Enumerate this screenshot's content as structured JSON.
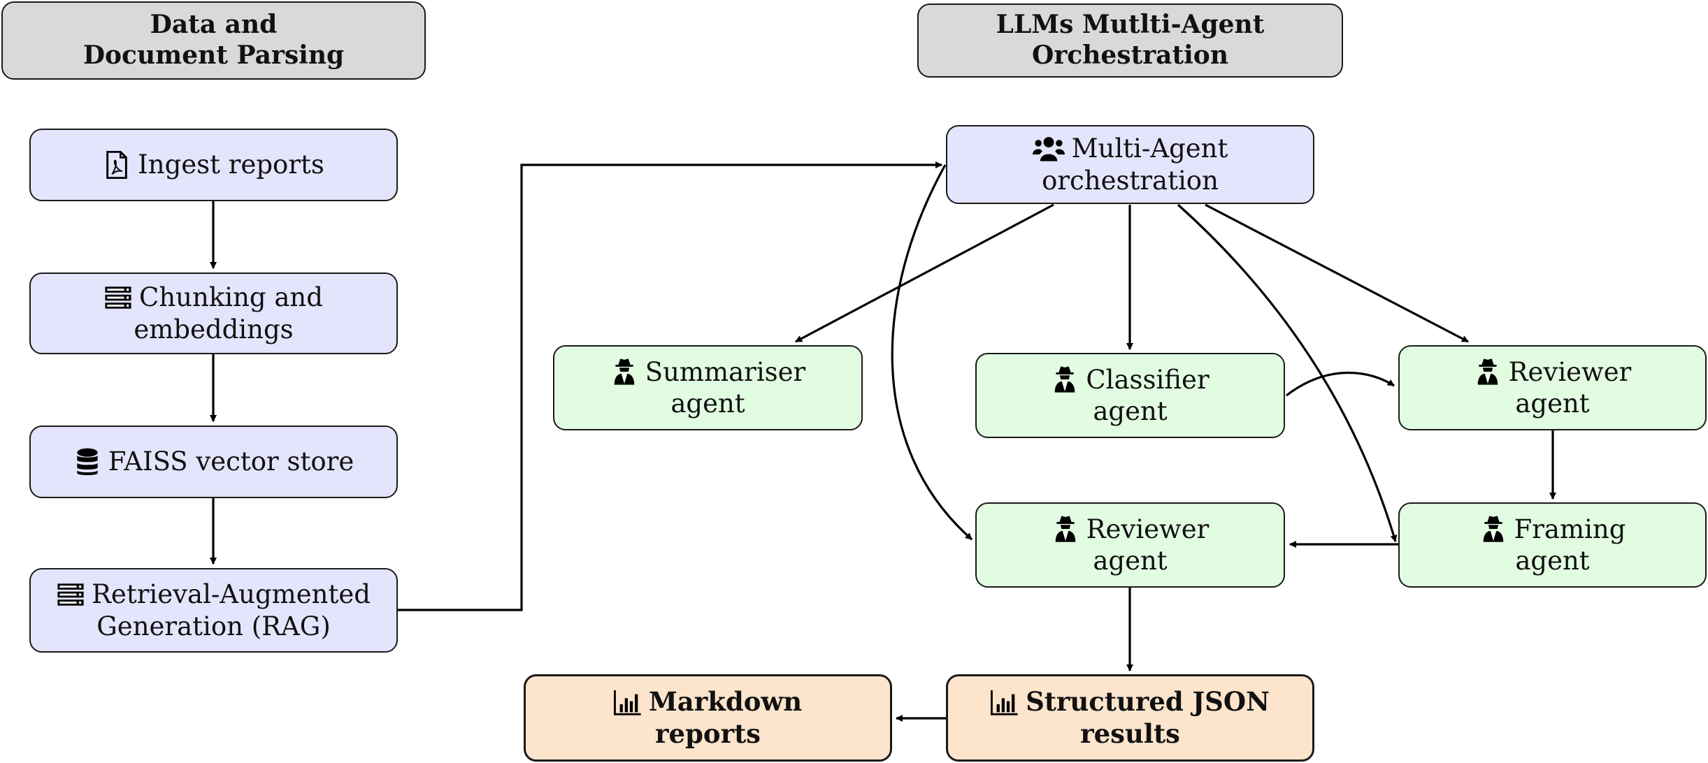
{
  "headers": {
    "left": {
      "line1": "Data and",
      "line2": "Document Parsing"
    },
    "right": {
      "line1": "LLMs Mutlti-Agent",
      "line2": "Orchestration"
    }
  },
  "nodes": {
    "ingest": {
      "icon": "pdf-file-icon",
      "line1": "Ingest reports"
    },
    "chunking": {
      "icon": "server-icon",
      "line1": "Chunking and",
      "line2": "embeddings"
    },
    "faiss": {
      "icon": "database-icon",
      "line1": "FAISS vector store"
    },
    "rag": {
      "icon": "server-icon",
      "line1": "Retrieval-Augmented",
      "line2": "Generation (RAG)"
    },
    "orchestration": {
      "icon": "users-icon",
      "line1": "Multi-Agent",
      "line2": "orchestration"
    },
    "summariser": {
      "icon": "user-secret-icon",
      "line1": "Summariser",
      "line2": "agent"
    },
    "classifier": {
      "icon": "user-secret-icon",
      "line1": "Classifier",
      "line2": "agent"
    },
    "reviewer_top": {
      "icon": "user-secret-icon",
      "line1": "Reviewer",
      "line2": "agent"
    },
    "reviewer_mid": {
      "icon": "user-secret-icon",
      "line1": "Reviewer",
      "line2": "agent"
    },
    "framing": {
      "icon": "user-secret-icon",
      "line1": "Framing",
      "line2": "agent"
    },
    "json": {
      "icon": "bar-chart-icon",
      "line1": "Structured JSON",
      "line2": "results"
    },
    "markdown": {
      "icon": "bar-chart-icon",
      "line1": "Markdown",
      "line2": "reports"
    }
  },
  "edges": [
    {
      "from": "ingest",
      "to": "chunking"
    },
    {
      "from": "chunking",
      "to": "faiss"
    },
    {
      "from": "faiss",
      "to": "rag"
    },
    {
      "from": "rag",
      "to": "orchestration"
    },
    {
      "from": "orchestration",
      "to": "summariser"
    },
    {
      "from": "orchestration",
      "to": "classifier"
    },
    {
      "from": "orchestration",
      "to": "reviewer_top"
    },
    {
      "from": "orchestration",
      "to": "framing"
    },
    {
      "from": "orchestration",
      "to": "reviewer_mid"
    },
    {
      "from": "classifier",
      "to": "reviewer_top"
    },
    {
      "from": "reviewer_top",
      "to": "framing"
    },
    {
      "from": "framing",
      "to": "reviewer_mid"
    },
    {
      "from": "reviewer_mid",
      "to": "json"
    },
    {
      "from": "json",
      "to": "markdown"
    }
  ],
  "colors": {
    "header_fill": "#d9d9d9",
    "process_fill": "#e4e4fc",
    "agent_fill": "#e2fce2",
    "output_fill": "#fde4cc"
  }
}
